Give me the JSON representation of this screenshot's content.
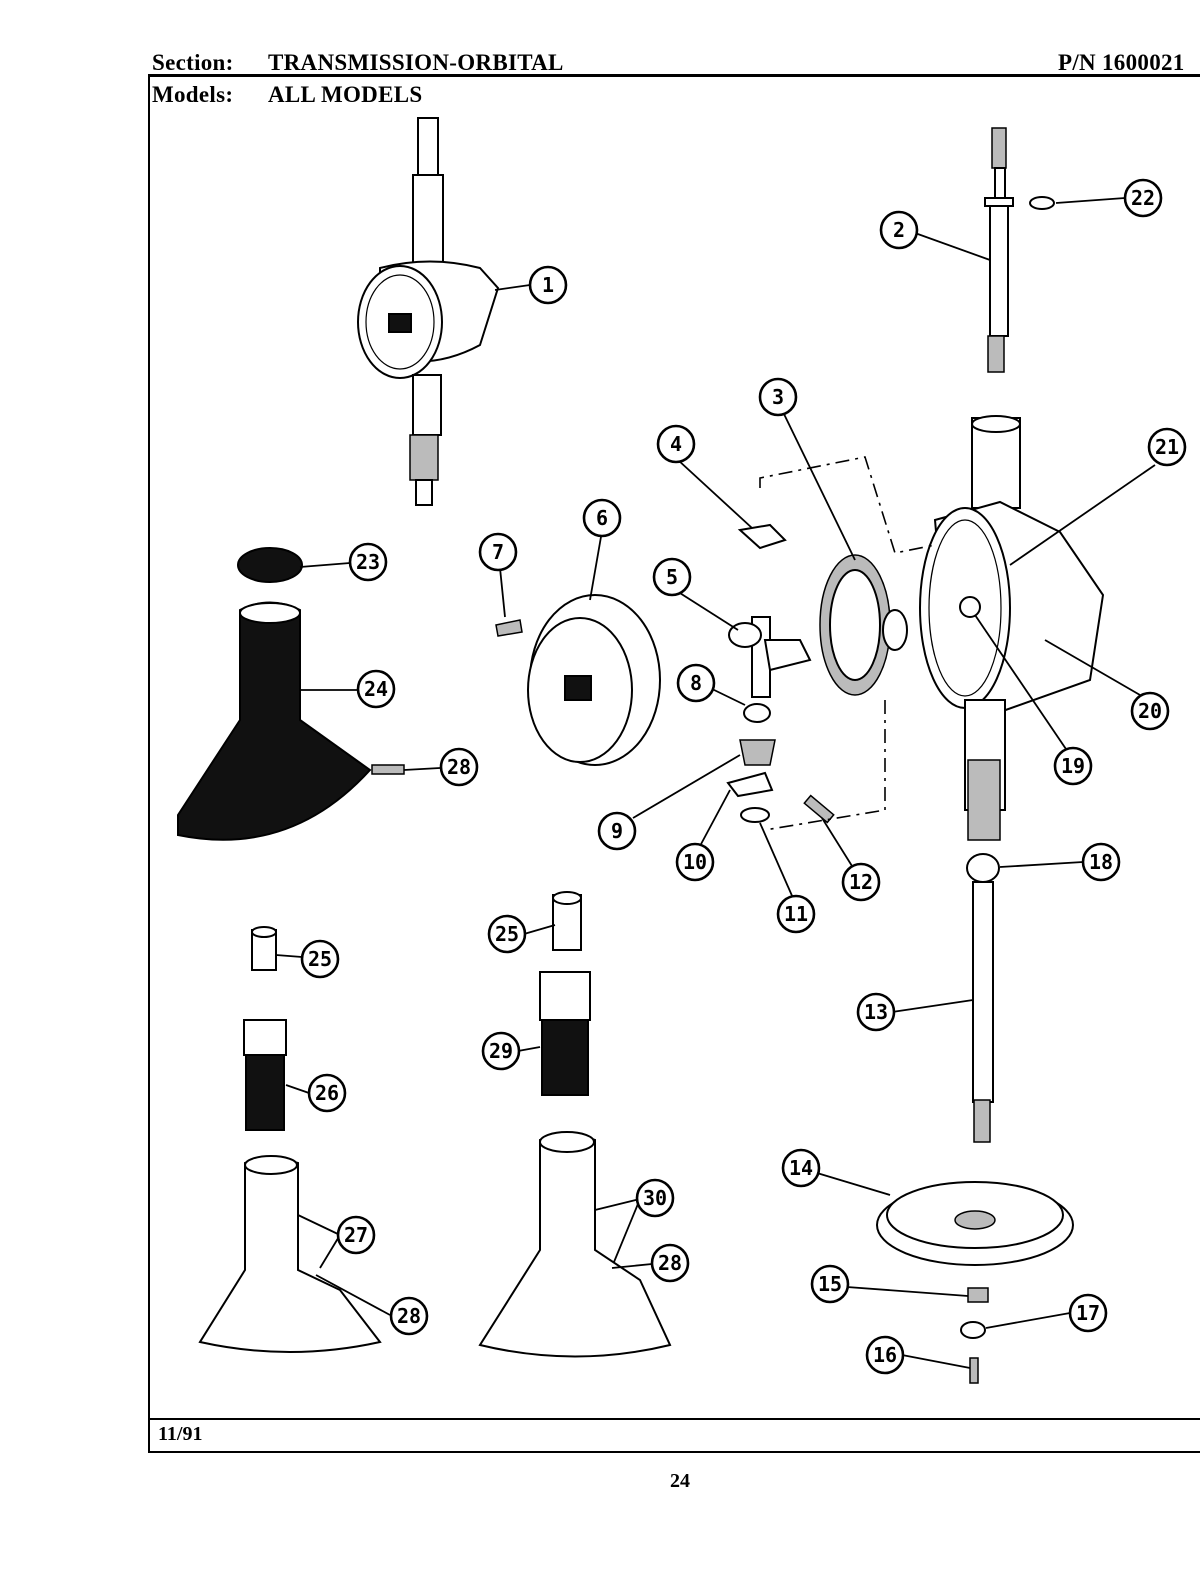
{
  "header": {
    "section_label": "Section:",
    "section_value": "TRANSMISSION-ORBITAL",
    "part_number": "P/N 1600021",
    "models_label": "Models:",
    "models_value": "ALL MODELS"
  },
  "footer": {
    "date": "11/91",
    "page_number": "24"
  },
  "callouts": [
    "1",
    "2",
    "3",
    "4",
    "5",
    "6",
    "7",
    "8",
    "9",
    "10",
    "11",
    "12",
    "13",
    "14",
    "15",
    "16",
    "17",
    "18",
    "19",
    "20",
    "21",
    "22",
    "23",
    "24",
    "25",
    "25",
    "26",
    "27",
    "28",
    "28",
    "28",
    "29",
    "30"
  ]
}
